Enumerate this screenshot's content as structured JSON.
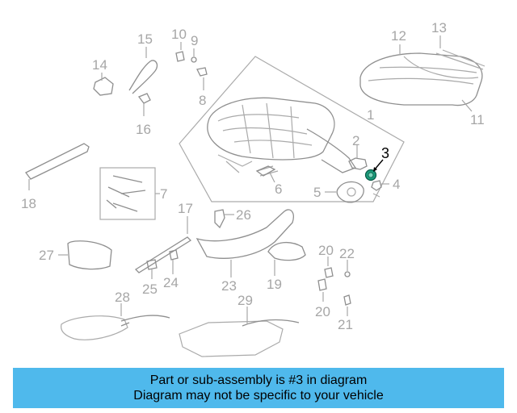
{
  "diagram": {
    "callouts": {
      "c1": "1",
      "c2": "2",
      "c3": "3",
      "c4": "4",
      "c5": "5",
      "c6": "6",
      "c7": "7",
      "c8": "8",
      "c9": "9",
      "c10": "10",
      "c11": "11",
      "c12": "12",
      "c13": "13",
      "c14": "14",
      "c15": "15",
      "c16": "16",
      "c17": "17",
      "c18": "18",
      "c19": "19",
      "c20a": "20",
      "c20b": "20",
      "c21": "21",
      "c22": "22",
      "c23": "23",
      "c24": "24",
      "c25": "25",
      "c26": "26",
      "c27": "27",
      "c28": "28",
      "c29": "29"
    },
    "highlighted_part": "3",
    "colors": {
      "highlight": "#1a9a7a",
      "lines": "#aaaaaa",
      "callout_text": "#a6a6a6"
    }
  },
  "banner": {
    "line1": "Part or sub-assembly is #3 in diagram",
    "line2": "Diagram may not be specific to your vehicle",
    "color": "#4fb9ec"
  }
}
